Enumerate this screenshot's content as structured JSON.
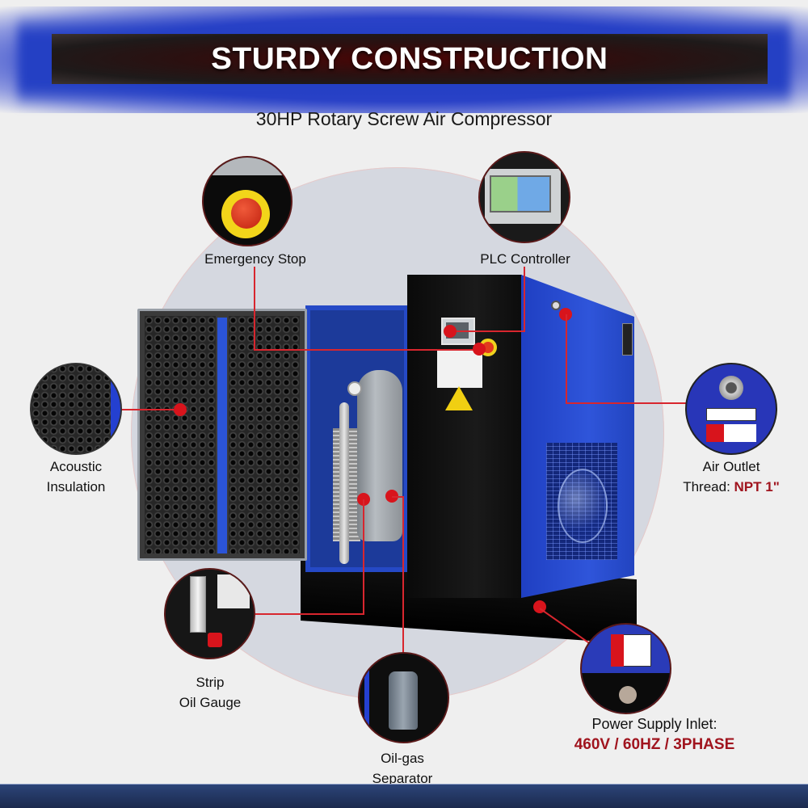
{
  "header": {
    "title": "STURDY CONSTRUCTION",
    "subtitle": "30HP Rotary Screw Air Compressor"
  },
  "colors": {
    "accent_blue": "#2440c4",
    "banner_dark": "#2b1010",
    "leader_red": "#d8262e",
    "spec_red": "#a0141e",
    "machine_blue": "#2f55da",
    "footer_navy": "#1b2a4e"
  },
  "callouts": {
    "emergency_stop": {
      "label": "Emergency Stop",
      "icon": "emergency-stop-button"
    },
    "plc_controller": {
      "label": "PLC Controller",
      "icon": "plc-touchscreen"
    },
    "acoustic_insulation": {
      "label_line1": "Acoustic",
      "label_line2": "Insulation",
      "icon": "foam-panel"
    },
    "air_outlet": {
      "label_line1": "Air Outlet",
      "label_prefix": "Thread: ",
      "spec": "NPT 1\"",
      "icon": "air-outlet-port"
    },
    "strip_oil_gauge": {
      "label_line1": "Strip",
      "label_line2": "Oil Gauge",
      "icon": "oil-sight-glass"
    },
    "oil_gas_separator": {
      "label_line1": "Oil-gas",
      "label_line2": "Separator",
      "icon": "separator-tank"
    },
    "power_supply_inlet": {
      "label": "Power Supply Inlet:",
      "spec": "460V / 60HZ / 3PHASE",
      "icon": "power-inlet"
    }
  },
  "product": {
    "type": "rotary screw air compressor",
    "horsepower": "30HP",
    "voltage": "460V",
    "frequency": "60HZ",
    "phase": "3PHASE",
    "outlet_thread": "NPT 1\""
  }
}
